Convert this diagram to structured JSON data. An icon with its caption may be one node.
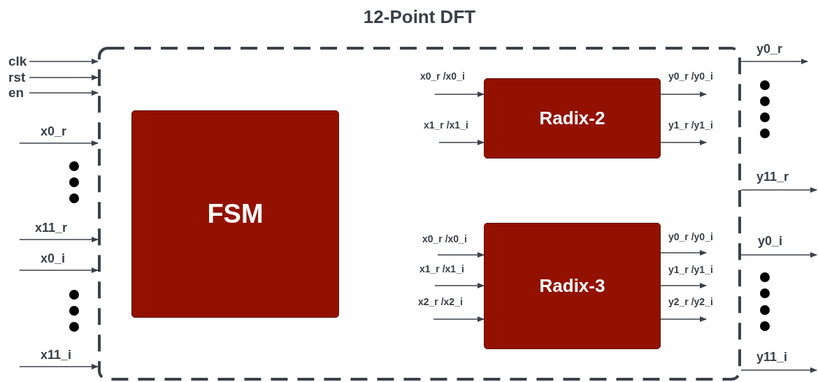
{
  "diagram": {
    "nodes": [
      {
        "text": [
          "12-Point DFT"
        ]
      },
      {
        "text": [
          "FSM"
        ],
        "in": 0
      },
      {
        "text": [
          "Radix-2"
        ],
        "in": 0
      },
      {
        "text": [
          "Radix-3"
        ],
        "in": 0
      }
    ],
    "edges": [
      {
        "from": null,
        "to": 0,
        "arrow": "to",
        "label": "clk"
      },
      {
        "from": null,
        "to": 0,
        "arrow": "to",
        "label": "rst"
      },
      {
        "from": null,
        "to": 0,
        "arrow": "to",
        "label": "en"
      },
      {
        "from": null,
        "to": 0,
        "arrow": "to",
        "label": "x0_r"
      },
      {
        "from": null,
        "to": 0,
        "arrow": "to",
        "label": "x11_r"
      },
      {
        "from": null,
        "to": 0,
        "arrow": "to",
        "label": "x0_i"
      },
      {
        "from": null,
        "to": 0,
        "arrow": "to",
        "label": "x11_i"
      },
      {
        "from": 0,
        "to": null,
        "arrow": "to",
        "label": "y0_r"
      },
      {
        "from": 0,
        "to": null,
        "arrow": "to",
        "label": "y11_r"
      },
      {
        "from": 0,
        "to": null,
        "arrow": "to",
        "label": "y0_i"
      },
      {
        "from": 0,
        "to": null,
        "arrow": "to",
        "label": "y11_i"
      },
      {
        "from": null,
        "to": 2,
        "arrow": "to",
        "label": "x0_r /x0_i"
      },
      {
        "from": null,
        "to": 2,
        "arrow": "to",
        "label": "x1_r /x1_i"
      },
      {
        "from": 2,
        "to": null,
        "arrow": "to",
        "label": "y0_r /y0_i"
      },
      {
        "from": 2,
        "to": null,
        "arrow": "to",
        "label": "y1_r /y1_i"
      },
      {
        "from": null,
        "to": 3,
        "arrow": "to",
        "label": "x0_r /x0_i"
      },
      {
        "from": null,
        "to": 3,
        "arrow": "to",
        "label": "x1_r /x1_i"
      },
      {
        "from": null,
        "to": 3,
        "arrow": "to",
        "label": "x2_r /x2_i"
      },
      {
        "from": 3,
        "to": null,
        "arrow": "to",
        "label": "y0_r /y0_i"
      },
      {
        "from": 3,
        "to": null,
        "arrow": "to",
        "label": "y1_r /y1_i"
      },
      {
        "from": 3,
        "to": null,
        "arrow": "to",
        "label": "y2_r /y2_i"
      }
    ]
  }
}
